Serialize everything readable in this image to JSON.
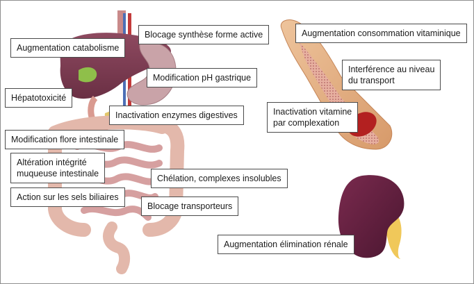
{
  "labels": {
    "blocage_synthese": "Blocage synthèse forme active",
    "augmentation_catabolisme": "Augmentation catabolisme",
    "modification_ph": "Modification pH gastrique",
    "hepatotoxicite": "Hépatotoxicité",
    "inactivation_enzymes": "Inactivation enzymes digestives",
    "modification_flore": "Modification flore intestinale",
    "alteration_muqueuse": "Altération intégrité\nmuqueuse intestinale",
    "chelation": "Chélation, complexes insolubles",
    "action_sels_biliaires": "Action sur les sels biliaires",
    "blocage_transporteurs": "Blocage transporteurs",
    "augmentation_consommation": "Augmentation consommation vitaminique",
    "interference_transport": "Interférence au niveau\ndu transport",
    "inactivation_vitamine": "Inactivation vitamine\npar complexation",
    "augmentation_elimination": "Augmentation élimination rénale"
  },
  "colors": {
    "liver": "#7b3f52",
    "stomach": "#c9a3a8",
    "intestine": "#e3b8ab",
    "gallbladder": "#8fbf4a",
    "vessel_wall": "#e6b58a",
    "blood": "#b32020",
    "kidney": "#5c1f3a",
    "ureter": "#f0c85a"
  }
}
